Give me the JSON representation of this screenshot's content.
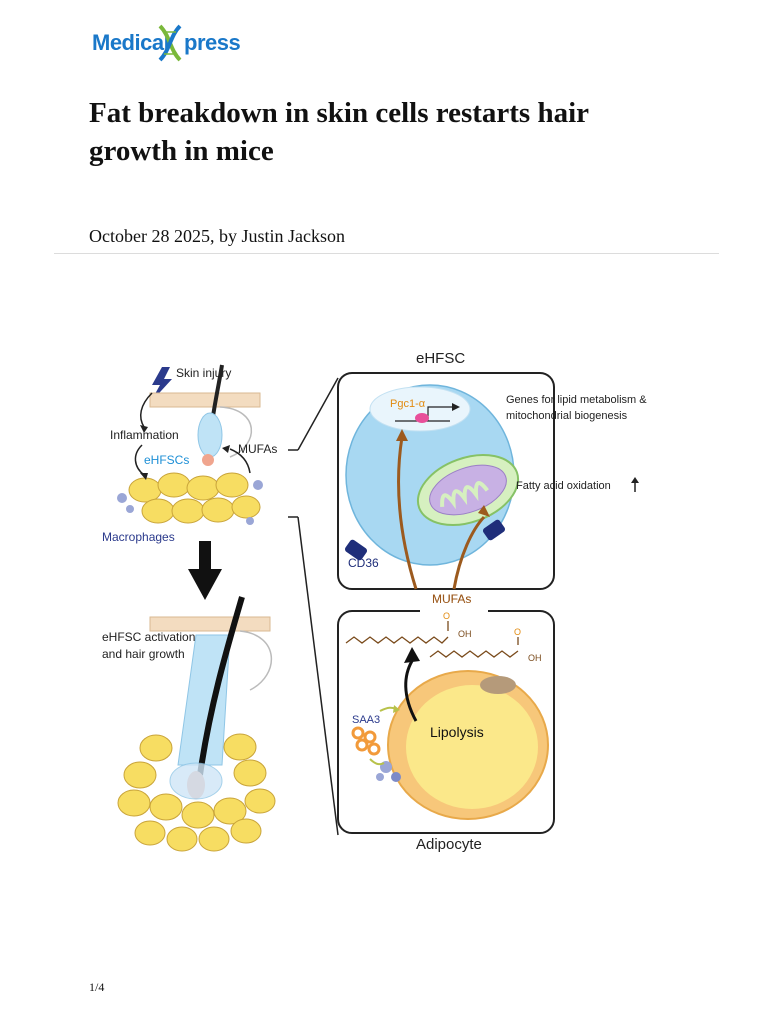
{
  "header": {
    "logo_text_left": "Medical",
    "logo_text_right": "press",
    "logo_mark": "dna-x-icon"
  },
  "article": {
    "title": "Fat breakdown in skin cells restarts hair growth in mice",
    "byline": "October 28 2025, by Justin Jackson"
  },
  "figure": {
    "left_panel": {
      "skin_injury": "Skin injury",
      "inflammation": "Inflammation",
      "ehfscs": "eHFSCs",
      "mufas": "MUFAs",
      "macrophages": "Macrophages",
      "activation_line1": "eHFSC activation",
      "activation_line2": "and hair growth"
    },
    "top_panel": {
      "title": "eHFSC",
      "pgc": "Pgc1-α",
      "genes_line1": "Genes for lipid metabolism &",
      "genes_line2": "mitochondrial biogenesis",
      "fatty_acid": "Fatty acid oxidation",
      "cd36": "CD36"
    },
    "connector": {
      "mufas": "MUFAs"
    },
    "bottom_panel": {
      "oh1": "OH",
      "oh2": "OH",
      "o1": "O",
      "o2": "O",
      "saa3": "SAA3",
      "lipolysis": "Lipolysis",
      "adipocyte": "Adipocyte"
    },
    "colors": {
      "cell_blue": "#9fd2f0",
      "fat_yellow": "#f7dd62",
      "brown_arrow": "#9c5a1e",
      "saa_orange": "#f29a3a",
      "navy_label": "#2b3a8c"
    }
  },
  "footer": {
    "page_number": "1/4"
  }
}
